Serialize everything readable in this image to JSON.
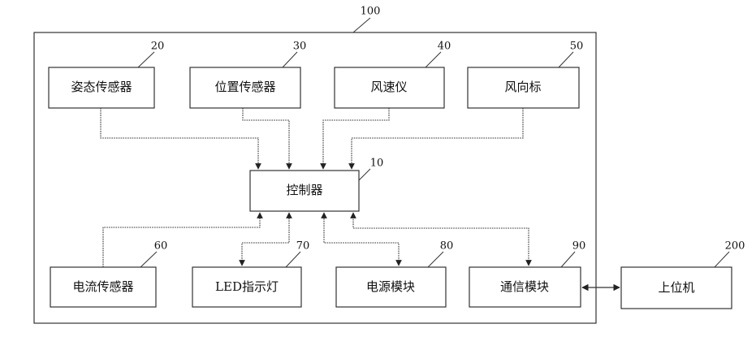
{
  "system": {
    "ref": "100"
  },
  "blocks": {
    "attitude_sensor": {
      "label": "姿态传感器",
      "ref": "20"
    },
    "position_sensor": {
      "label": "位置传感器",
      "ref": "30"
    },
    "anemometer": {
      "label": "风速仪",
      "ref": "40"
    },
    "wind_vane": {
      "label": "风向标",
      "ref": "50"
    },
    "controller": {
      "label": "控制器",
      "ref": "10"
    },
    "current_sensor": {
      "label": "电流传感器",
      "ref": "60"
    },
    "led_indicator": {
      "label": "LED指示灯",
      "ref": "70"
    },
    "power_module": {
      "label": "电源模块",
      "ref": "80"
    },
    "comm_module": {
      "label": "通信模块",
      "ref": "90"
    },
    "host_computer": {
      "label": "上位机",
      "ref": "200"
    }
  }
}
